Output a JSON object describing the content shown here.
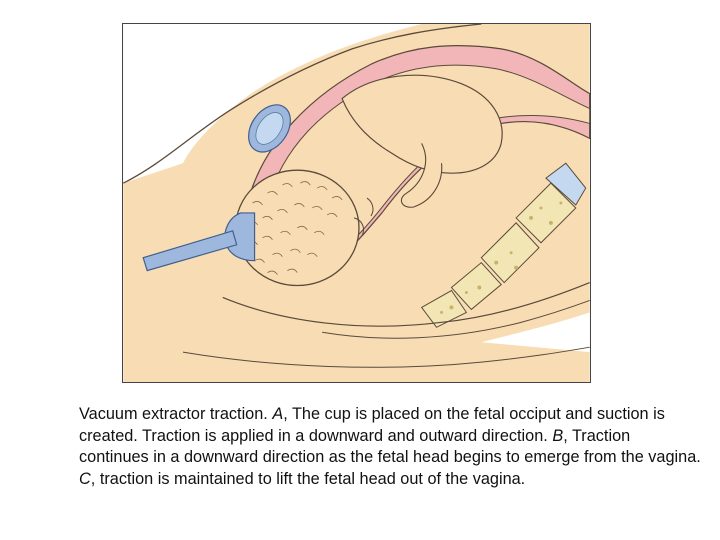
{
  "figure": {
    "image_label": "illustration",
    "colors": {
      "skin": "#f7dcb4",
      "outline": "#5a4a3a",
      "uterine_wall": "#f2b6b8",
      "uterine_wall_dark": "#e99aa0",
      "bone": "#f3e6b5",
      "bone_dots": "#c9b36c",
      "cup_blue": "#9db8dc",
      "bladder_blue": "#c4d9ef"
    }
  },
  "caption": {
    "p1": "Vacuum extractor traction. ",
    "a_label": "A",
    "p2": ", The cup is placed on the fetal occiput and suction is created. Traction is applied in a downward and outward direction. ",
    "b_label": "B",
    "p3": ", Traction continues in a downward direction as the fetal head begins to emerge from the vagina. ",
    "c_label": "C",
    "p4": ", traction is maintained to lift the fetal head out of the vagina."
  }
}
